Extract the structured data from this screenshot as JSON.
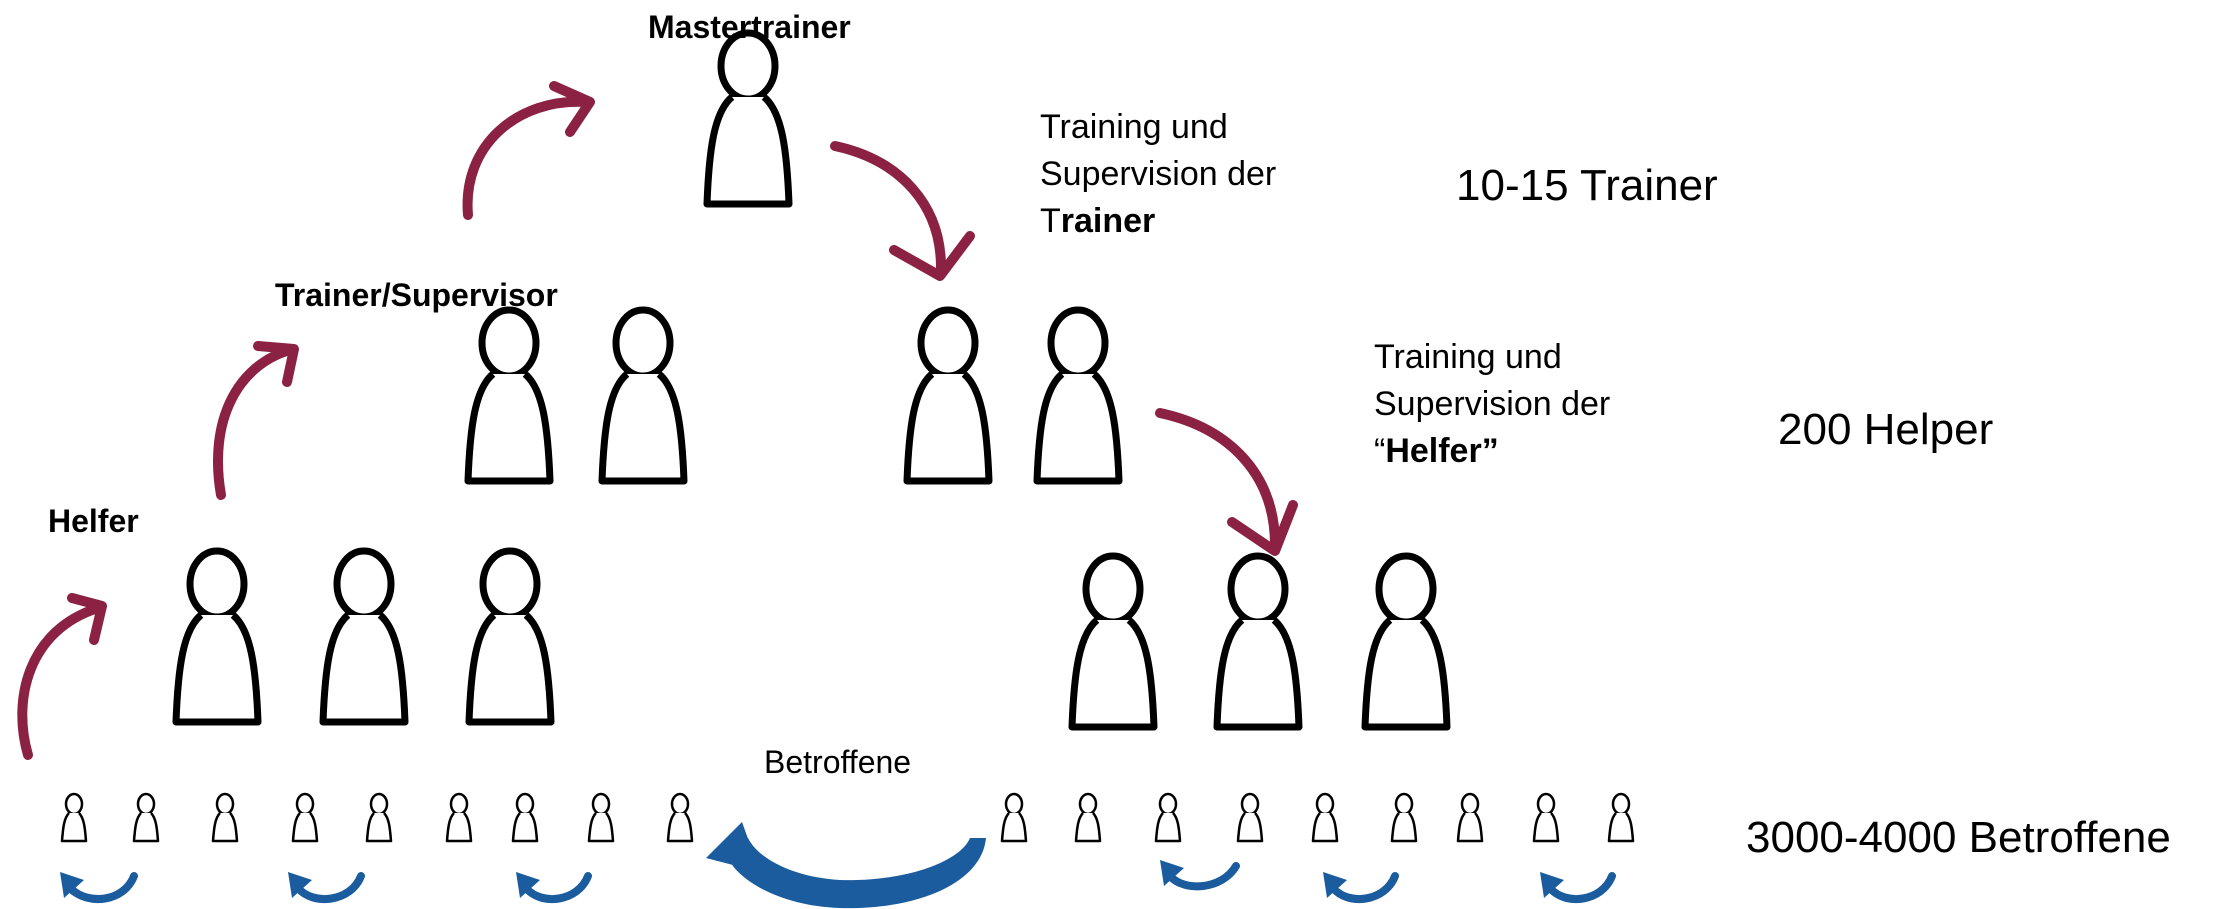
{
  "labels": {
    "mastertrainer": "Mastertrainer",
    "trainer_supervisor": "Trainer/Supervisor",
    "helfer": "Helfer",
    "betroffene": "Betroffene"
  },
  "annotations": {
    "trainer_line1": "Training und",
    "trainer_line2": "Supervision der",
    "trainer_line3_prefix": "T",
    "trainer_line3_bold": "rainer",
    "helfer_line1": "Training und",
    "helfer_line2": "Supervision der",
    "helfer_line3_open": "“",
    "helfer_line3_bold": "Helfer”"
  },
  "counts": {
    "trainer": "10-15 Trainer",
    "helper": "200 Helper",
    "betroffene": "3000-4000 Betroffene"
  },
  "colors": {
    "up_arrow": "#8b2244",
    "down_arrow": "#8b2244",
    "peer_arrow": "#1b5c9e",
    "figure_outline": "#000000"
  }
}
